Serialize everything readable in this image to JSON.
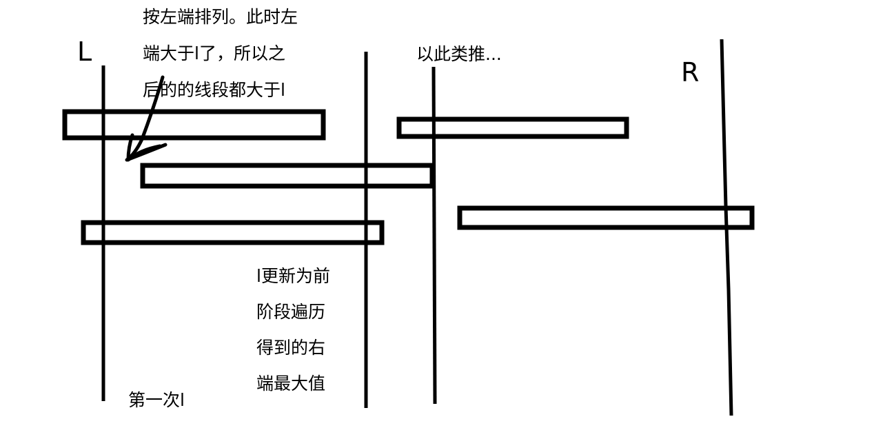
{
  "labels": {
    "left": "L",
    "right": "R"
  },
  "notes": {
    "top": [
      "按左端排列。此时左",
      "端大于l了，所以之",
      "后的的线段都大于l"
    ],
    "etc": "以此类推...",
    "middle": [
      "l更新为前",
      "阶段遍历",
      "得到的右",
      "端最大值"
    ],
    "first": "第一次l"
  },
  "colors": {
    "stroke": "#000000",
    "background": "#ffffff"
  }
}
